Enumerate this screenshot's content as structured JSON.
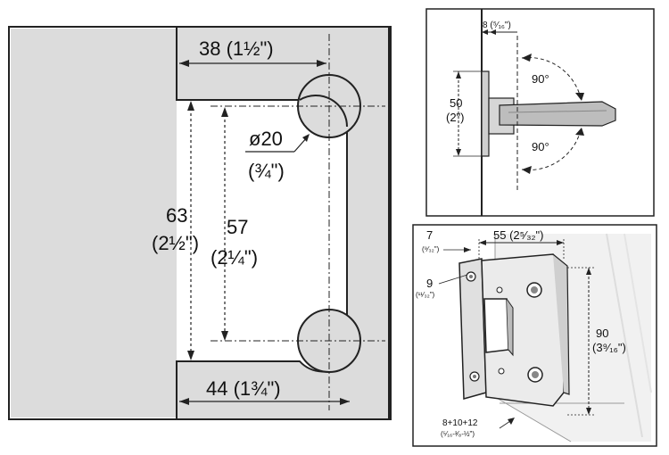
{
  "main_drawing": {
    "top_width": "38 (1½\")",
    "bottom_width": "44 (1¾\")",
    "hole_dia": "ø20",
    "hole_dia_inch": "(¾\")",
    "outer_height": "63",
    "outer_height_inch": "(2½\")",
    "inner_height": "57",
    "inner_height_inch": "(2¼\")"
  },
  "top_right": {
    "offset": "8 (⁵⁄₁₆\")",
    "height": "50",
    "height_inch": "(2\")",
    "angle_top": "90°",
    "angle_bottom": "90°"
  },
  "bottom_right": {
    "width": "55 (2⁵⁄₃₂\")",
    "d7": "7",
    "d7_inch": "(⁹⁄₃₂\")",
    "d9": "9",
    "d9_inch": "(¹¹⁄₃₂\")",
    "height": "90",
    "height_inch": "(3⁹⁄₁₆\")",
    "glass": "8+10+12",
    "glass_inch": "(⁵⁄₁₆-³⁄₈-½\")"
  },
  "colors": {
    "panel_fill": "#dcdcdc",
    "line": "#222222",
    "shade": "#9a9a9a"
  }
}
